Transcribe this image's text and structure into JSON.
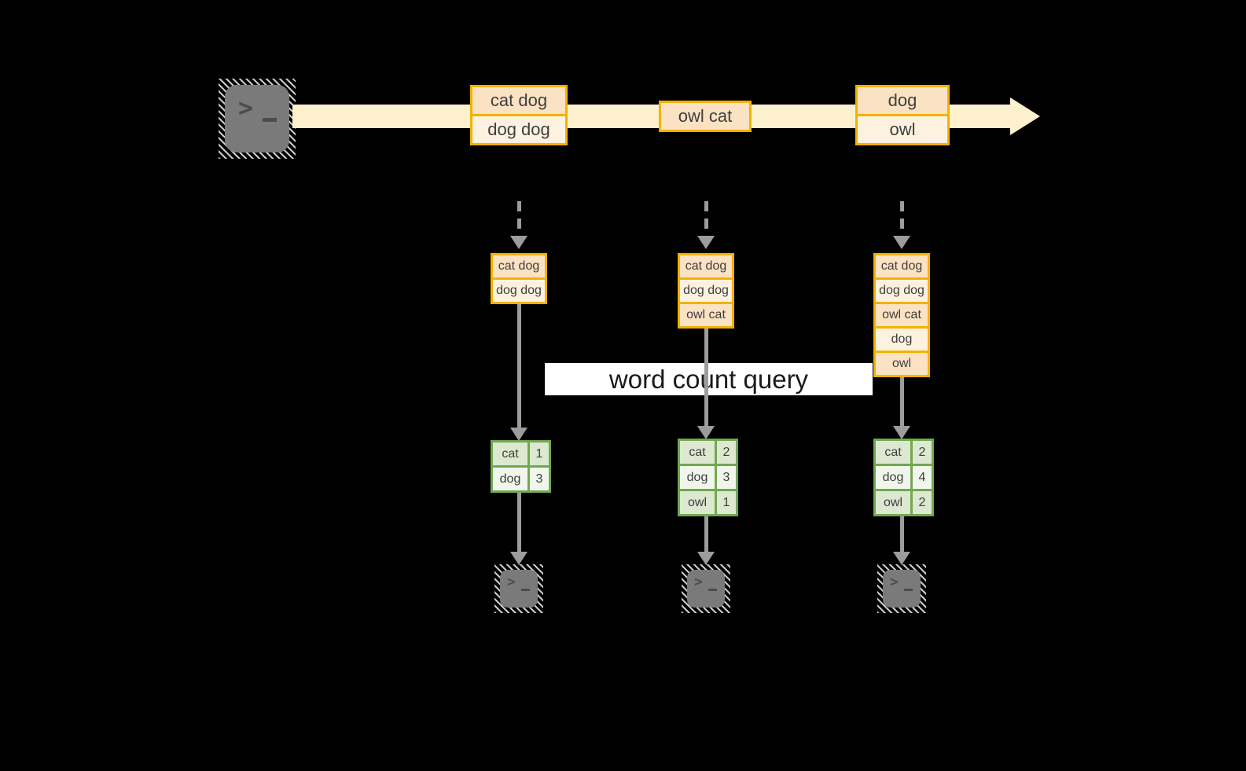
{
  "diagram": {
    "query_label": "word count query",
    "stream": {
      "source_icon": "terminal-icon",
      "events": [
        {
          "lines": [
            "cat dog",
            "dog dog"
          ]
        },
        {
          "lines": [
            "owl cat"
          ]
        },
        {
          "lines": [
            "dog",
            "owl"
          ]
        }
      ]
    },
    "pipelines": [
      {
        "buffer": [
          "cat dog",
          "dog dog"
        ],
        "counts": [
          {
            "word": "cat",
            "count": "1"
          },
          {
            "word": "dog",
            "count": "3"
          }
        ]
      },
      {
        "buffer": [
          "cat dog",
          "dog dog",
          "owl cat"
        ],
        "counts": [
          {
            "word": "cat",
            "count": "2"
          },
          {
            "word": "dog",
            "count": "3"
          },
          {
            "word": "owl",
            "count": "1"
          }
        ]
      },
      {
        "buffer": [
          "cat dog",
          "dog dog",
          "owl cat",
          "dog",
          "owl"
        ],
        "counts": [
          {
            "word": "cat",
            "count": "2"
          },
          {
            "word": "dog",
            "count": "4"
          },
          {
            "word": "owl",
            "count": "2"
          }
        ]
      }
    ],
    "sink_icon": "terminal-icon",
    "colors": {
      "background": "#000000",
      "stream_band": "#FCF0CD",
      "event_border": "#F3B200",
      "event_fill_dark": "#FAE2C3",
      "event_fill_light": "#FDF2DF",
      "table_border": "#71A850",
      "table_fill_dark": "#DCE8D0",
      "table_fill_light": "#F1F6EC",
      "arrow_gray": "#9C9C9C",
      "terminal_gray": "#7A7A7A",
      "label_background": "#FFFFFF",
      "text_dark": "#3E3E3E"
    }
  }
}
